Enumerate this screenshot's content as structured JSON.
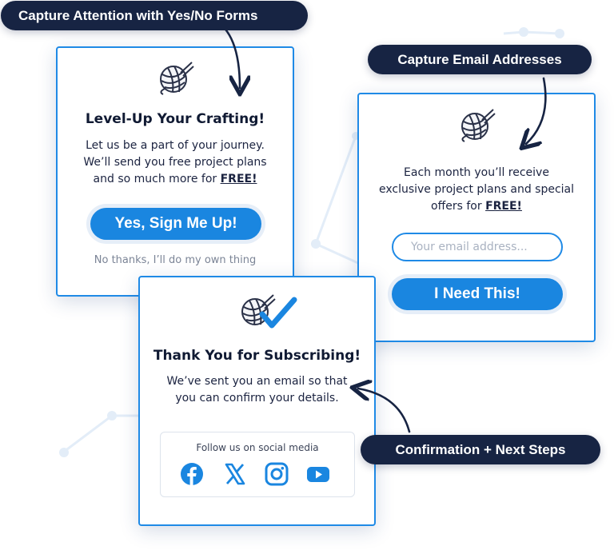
{
  "callouts": {
    "yes_no": "Capture Attention with Yes/No Forms",
    "email": "Capture Email Addresses",
    "confirm": "Confirmation + Next Steps"
  },
  "form_yes_no": {
    "icon": "yarn-ball-icon",
    "title": "Level-Up Your Crafting!",
    "body_lines": [
      "Let us be a part of your journey.",
      "We’ll send you free project plans",
      "and so much more for "
    ],
    "body_free": "FREE!",
    "yes_button": "Yes, Sign Me Up!",
    "no_link": "No thanks, I’ll do my own thing"
  },
  "form_email": {
    "icon": "yarn-ball-icon",
    "body_lines": [
      "Each month you’ll receive",
      "exclusive project plans and special",
      "offers for "
    ],
    "body_free": "FREE!",
    "email_placeholder": "Your email address...",
    "submit_button": "I Need This!"
  },
  "form_confirm": {
    "icon": "yarn-ball-check-icon",
    "title": "Thank You for Subscribing!",
    "body_lines": [
      "We’ve sent you an email so that",
      "you can confirm your details."
    ],
    "social_label": "Follow us on social media",
    "social_icons": [
      "facebook-icon",
      "x-icon",
      "instagram-icon",
      "youtube-icon"
    ]
  },
  "colors": {
    "accent": "#1a86e0",
    "callout_bg": "#172443",
    "text": "#1b2340"
  }
}
